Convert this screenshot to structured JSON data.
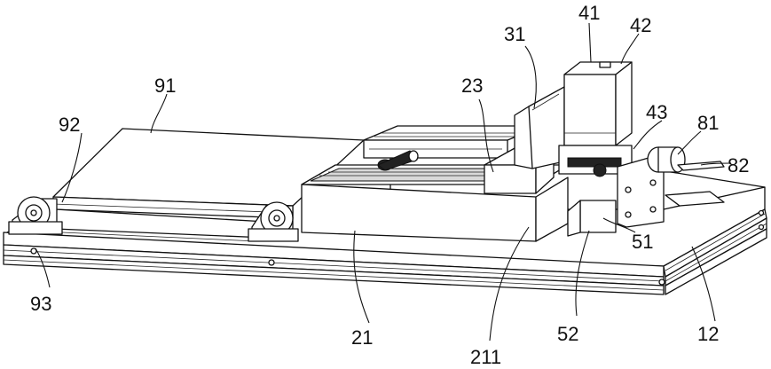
{
  "labels": {
    "l91": "91",
    "l92": "92",
    "l93": "93",
    "l23": "23",
    "l31": "31",
    "l41": "41",
    "l42": "42",
    "l43": "43",
    "l81": "81",
    "l82": "82",
    "l51": "51",
    "l52": "52",
    "l12": "12",
    "l21": "21",
    "l211": "211"
  }
}
